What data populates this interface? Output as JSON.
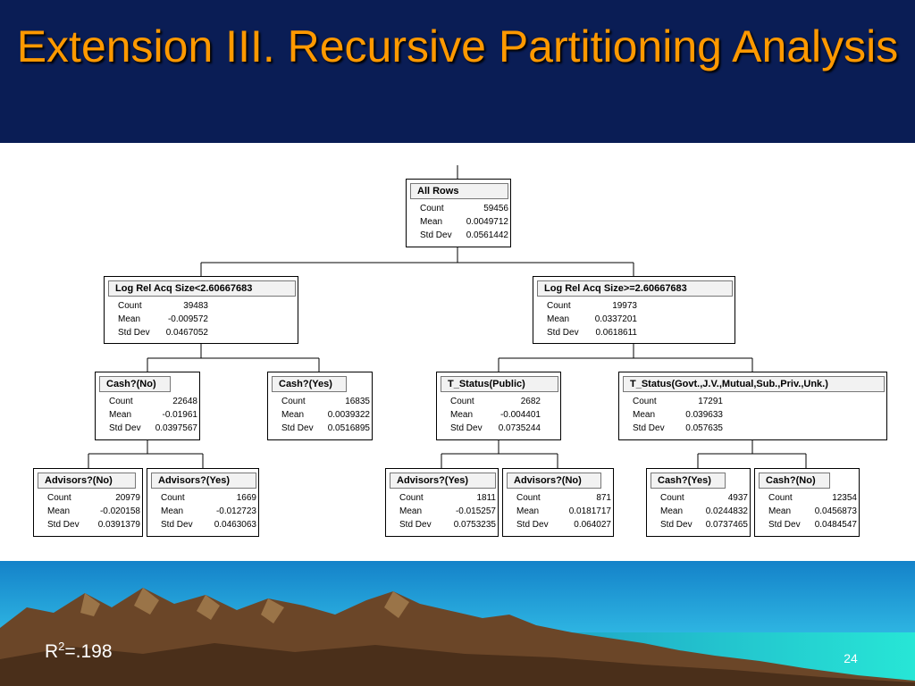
{
  "slide": {
    "title": "Extension III. Recursive Partitioning Analysis",
    "r2_label": "R",
    "r2_sup": "2",
    "r2_value": "=.198",
    "page_number": "24"
  },
  "labels": {
    "count": "Count",
    "mean": "Mean",
    "std": "Std Dev"
  },
  "nodes": [
    {
      "title": "All Rows",
      "count": "59456",
      "mean": "0.0049712",
      "std": "0.0561442"
    },
    {
      "title": "Log Rel Acq Size<2.60667683",
      "count": "39483",
      "mean": "-0.009572",
      "std": "0.0467052"
    },
    {
      "title": "Log Rel Acq Size>=2.60667683",
      "count": "19973",
      "mean": "0.0337201",
      "std": "0.0618611"
    },
    {
      "title": "Cash?(No)",
      "count": "22648",
      "mean": "-0.01961",
      "std": "0.0397567"
    },
    {
      "title": "Cash?(Yes)",
      "count": "16835",
      "mean": "0.0039322",
      "std": "0.0516895"
    },
    {
      "title": "T_Status(Public)",
      "count": "2682",
      "mean": "-0.004401",
      "std": "0.0735244"
    },
    {
      "title": "T_Status(Govt.,J.V.,Mutual,Sub.,Priv.,Unk.)",
      "count": "17291",
      "mean": "0.039633",
      "std": "0.057635"
    },
    {
      "title": "Advisors?(No)",
      "count": "20979",
      "mean": "-0.020158",
      "std": "0.0391379"
    },
    {
      "title": "Advisors?(Yes)",
      "count": "1669",
      "mean": "-0.012723",
      "std": "0.0463063"
    },
    {
      "title": "Advisors?(Yes)",
      "count": "1811",
      "mean": "-0.015257",
      "std": "0.0753235"
    },
    {
      "title": "Advisors?(No)",
      "count": "871",
      "mean": "0.0181717",
      "std": "0.064027"
    },
    {
      "title": "Cash?(Yes)",
      "count": "4937",
      "mean": "0.0244832",
      "std": "0.0737465"
    },
    {
      "title": "Cash?(No)",
      "count": "12354",
      "mean": "0.0456873",
      "std": "0.0484547"
    }
  ],
  "colors": {
    "header_bg": "#0a1d55",
    "title": "#ff9900",
    "sky": "#1a9fd8",
    "mountain": "#6e4a2a"
  }
}
